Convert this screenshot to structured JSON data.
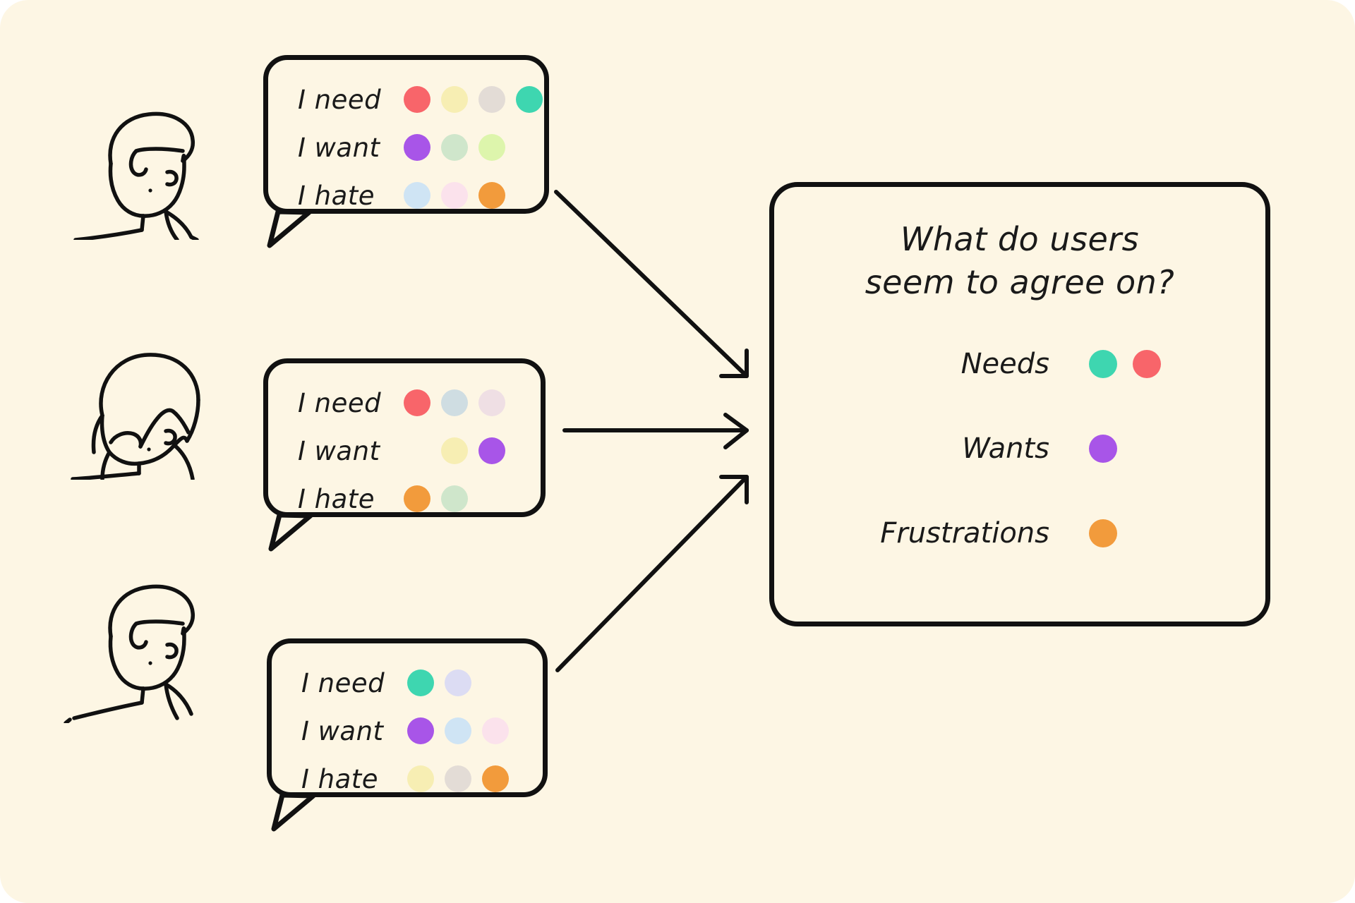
{
  "meta": {
    "background_color": "#fdf6e4",
    "ink_color": "#111111"
  },
  "palette": {
    "red": "#f8656a",
    "teal": "#3ed6b0",
    "purple": "#a855e8",
    "orange": "#f29b3c",
    "pale_yellow": "#f7eeb3",
    "pale_gray": "#e3dcd6",
    "pale_green": "#cfe6cb",
    "light_green": "#ddf5ac",
    "light_blue": "#cfe4f4",
    "pale_pink": "#fbe2ec",
    "blue_gray": "#cfdde2",
    "lavender": "#dcdcf3",
    "soft_pink": "#efdfe4"
  },
  "bubbles": [
    {
      "id": "bubble-1",
      "person": "person-short-hair-top",
      "rows": [
        {
          "label": "I need",
          "dots": [
            "#f8656a",
            "#f7eeb3",
            "#e3dcd6",
            "#3ed6b0"
          ]
        },
        {
          "label": "I want",
          "dots": [
            "#a855e8",
            "#cfe6cb",
            "#ddf5ac"
          ]
        },
        {
          "label": "I hate",
          "dots": [
            "#cfe4f4",
            "#fbe2ec",
            "#f29b3c"
          ]
        }
      ]
    },
    {
      "id": "bubble-2",
      "person": "person-long-hair-middle",
      "rows": [
        {
          "label": "I need",
          "dots": [
            "#f8656a",
            "#cfdde2",
            "#efdfe4"
          ]
        },
        {
          "label": "I want",
          "dots": [
            "spacer",
            "#f7eeb3",
            "#a855e8"
          ]
        },
        {
          "label": "I hate",
          "dots": [
            "#f29b3c",
            "#cfe6cb"
          ]
        }
      ]
    },
    {
      "id": "bubble-3",
      "person": "person-short-hair-bottom",
      "rows": [
        {
          "label": "I need",
          "dots": [
            "#3ed6b0",
            "#dcdcf3"
          ]
        },
        {
          "label": "I want",
          "dots": [
            "#a855e8",
            "#cfe4f4",
            "#fbe2ec"
          ]
        },
        {
          "label": "I hate",
          "dots": [
            "#f7eeb3",
            "#e3dcd6",
            "#f29b3c"
          ]
        }
      ]
    }
  ],
  "panel": {
    "title_line_1": "What do users",
    "title_line_2": "seem to agree on?",
    "legend": [
      {
        "label": "Needs",
        "dots": [
          "#3ed6b0",
          "#f8656a"
        ]
      },
      {
        "label": "Wants",
        "dots": [
          "#a855e8"
        ]
      },
      {
        "label": "Frustrations",
        "dots": [
          "#f29b3c"
        ]
      }
    ]
  },
  "arrows": [
    {
      "name": "arrow-from-bubble-1",
      "direction": "down-right"
    },
    {
      "name": "arrow-from-bubble-2",
      "direction": "right"
    },
    {
      "name": "arrow-from-bubble-3",
      "direction": "up-right"
    }
  ]
}
